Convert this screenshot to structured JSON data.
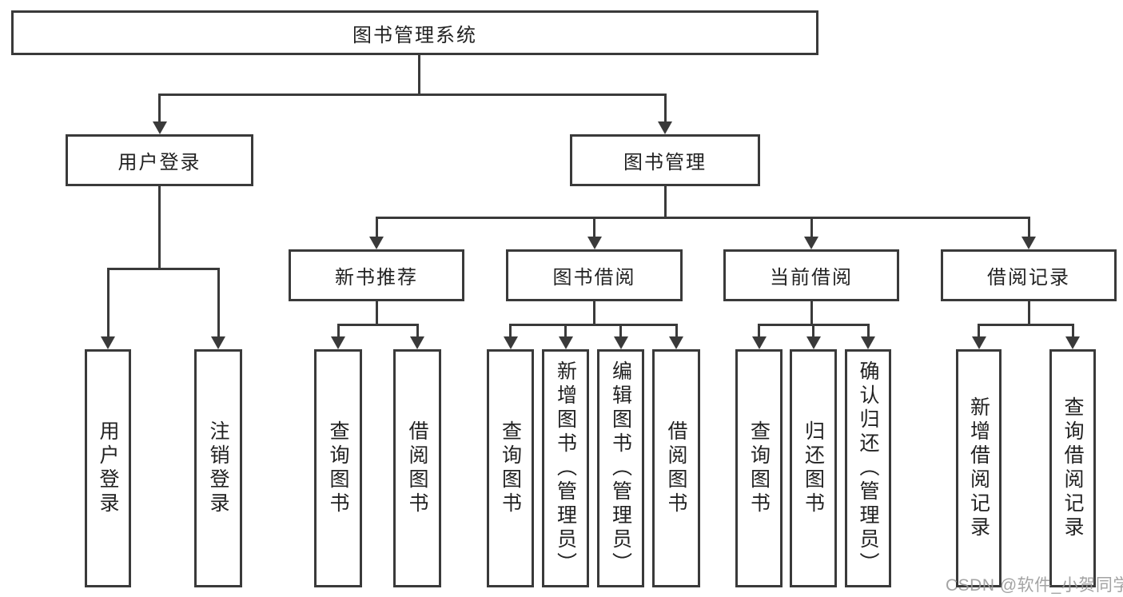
{
  "nodes": {
    "root": "图书管理系统",
    "level2": [
      "用户登录",
      "图书管理"
    ],
    "level3": [
      "新书推荐",
      "图书借阅",
      "当前借阅",
      "借阅记录"
    ],
    "leaves": [
      "用户登录",
      "注销登录",
      "查询图书",
      "借阅图书",
      "查询图书",
      "新增图书（管理员）",
      "编辑图书（管理员）",
      "借阅图书",
      "查询图书",
      "归还图书",
      "确认归还（管理员）",
      "新增借阅记录",
      "查询借阅记录"
    ]
  },
  "watermark": "CSDN @软件_小贺同学",
  "colors": {
    "line": "#3a3a3a",
    "text": "#222222",
    "fill": "#ffffff",
    "wm": "#9a9a9a",
    "bg": "#ffffff"
  }
}
